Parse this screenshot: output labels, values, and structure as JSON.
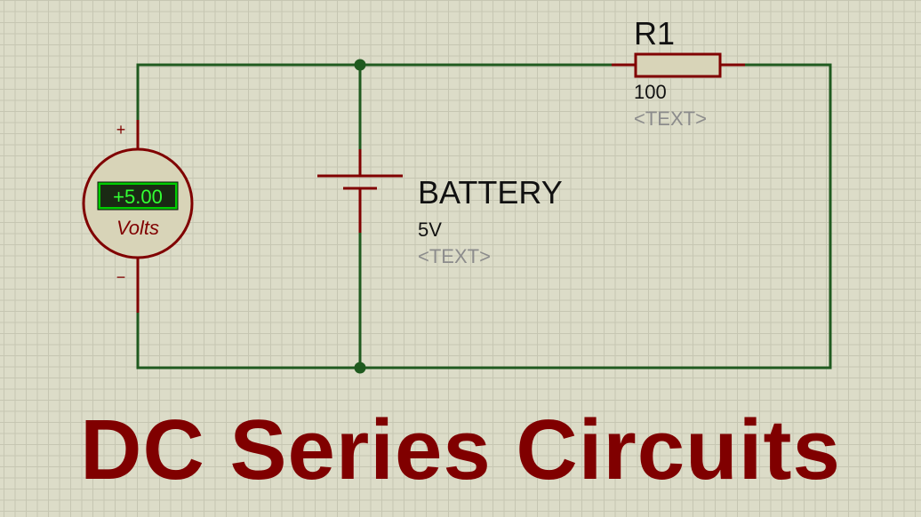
{
  "schematic": {
    "voltmeter": {
      "reading": "+5.00",
      "unit_label": "Volts",
      "plus_terminal": "+",
      "minus_terminal": "−"
    },
    "battery": {
      "name": "BATTERY",
      "value": "5V",
      "text_placeholder": "<TEXT>"
    },
    "resistor": {
      "name": "R1",
      "value": "100",
      "text_placeholder": "<TEXT>"
    }
  },
  "title": "DC Series Circuits",
  "colors": {
    "background": "#dcdcc8",
    "grid": "#c6c6b2",
    "wire": "#1f5a1f",
    "component": "#800000",
    "component_fill": "#d8d4b8",
    "meter_display": "#00cc00",
    "placeholder_text": "#8c8c8c",
    "title": "#800000"
  }
}
